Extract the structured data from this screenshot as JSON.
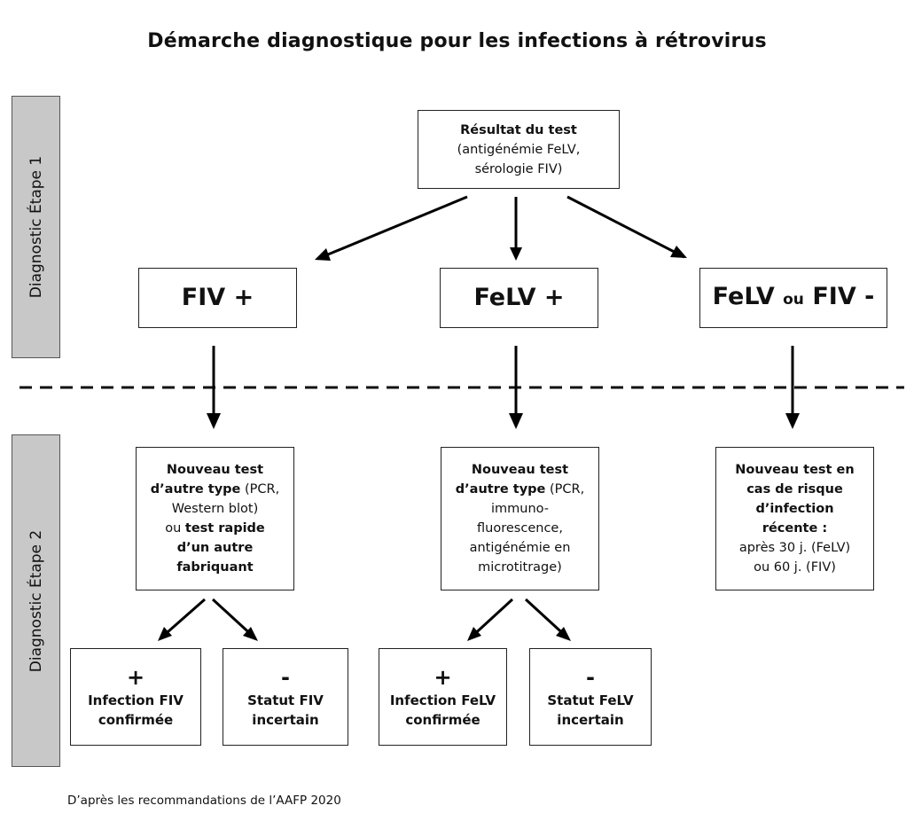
{
  "title": "Démarche diagnostique pour les infections à rétrovirus",
  "stages": {
    "stage1": "Diagnostic Étape 1",
    "stage2": "Diagnostic Étape 2"
  },
  "top_box": {
    "heading": "Résultat du test",
    "line1": "(antigénémie FeLV,",
    "line2": "sérologie FIV)"
  },
  "results": {
    "fiv_pos": "FIV +",
    "felv_pos": "FeLV +",
    "neg_part1": "FeLV",
    "neg_part2": "ou",
    "neg_part3": "FIV -"
  },
  "fiv_test": {
    "l1": "Nouveau test",
    "l2_bold": "d’autre type",
    "l2_rest": " (PCR,",
    "l3": "Western blot)",
    "l4_plain": "ou ",
    "l4_bold": "test rapide",
    "l5": "d’un autre",
    "l6": "fabriquant"
  },
  "felv_test": {
    "l1": "Nouveau test",
    "l2_bold": "d’autre type",
    "l2_rest": " (PCR,",
    "l3": "immuno-",
    "l4": "fluorescence,",
    "l5": "antigénémie en",
    "l6": "microtitrage)"
  },
  "neg_test": {
    "l1": "Nouveau test en",
    "l2": "cas de risque",
    "l3": "d’infection",
    "l4": "récente :",
    "l5": "après 30 j. (FeLV)",
    "l6": "ou 60 j. (FIV)"
  },
  "outcomes": {
    "fiv_plus": {
      "sign": "+",
      "l1": "Infection FIV",
      "l2": "confirmée"
    },
    "fiv_minus": {
      "sign": "-",
      "l1": "Statut FIV",
      "l2": "incertain"
    },
    "felv_plus": {
      "sign": "+",
      "l1": "Infection FeLV",
      "l2": "confirmée"
    },
    "felv_minus": {
      "sign": "-",
      "l1": "Statut FeLV",
      "l2": "incertain"
    }
  },
  "footer": "D’après les recommandations de l’AAFP 2020"
}
